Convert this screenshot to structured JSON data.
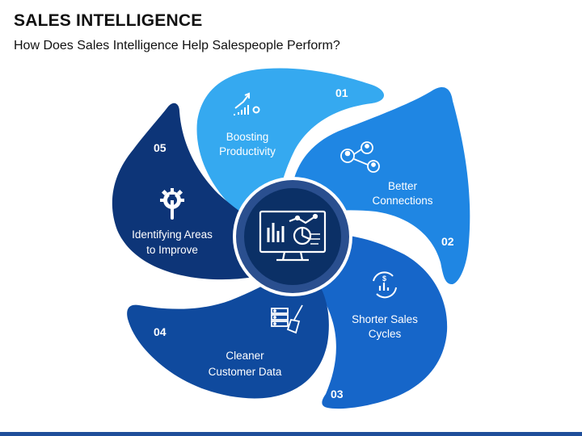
{
  "title": "SALES INTELLIGENCE",
  "subtitle": "How Does Sales Intelligence Help Salespeople Perform?",
  "colors": {
    "petal_01": "#35a9f0",
    "petal_02": "#1f86e3",
    "petal_03": "#1666c9",
    "petal_04": "#0f4a9e",
    "petal_05": "#0d3578",
    "center_outer": "#2a4f8f",
    "center_inner": "#0b3066"
  },
  "center": {
    "icon": "monitor-analytics-icon"
  },
  "segments": [
    {
      "number": "01",
      "line1": "Boosting",
      "line2": "Productivity",
      "icon": "growth-chart-icon"
    },
    {
      "number": "02",
      "line1": "Better",
      "line2": "Connections",
      "icon": "network-people-icon"
    },
    {
      "number": "03",
      "line1": "Shorter Sales",
      "line2": "Cycles",
      "icon": "dollar-cycle-icon"
    },
    {
      "number": "04",
      "line1": "Cleaner",
      "line2": "Customer Data",
      "icon": "data-clean-icon"
    },
    {
      "number": "05",
      "line1": "Identifying Areas",
      "line2": "to Improve",
      "icon": "gear-wrench-icon"
    }
  ]
}
